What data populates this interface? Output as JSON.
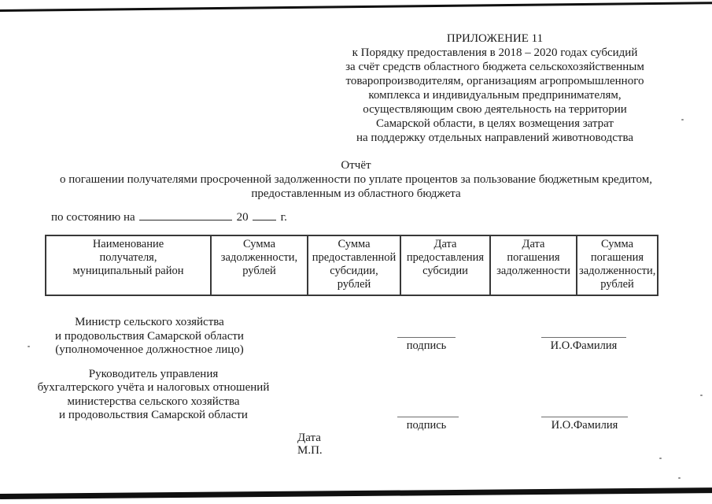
{
  "appendix": {
    "lines": [
      "ПРИЛОЖЕНИЕ 11",
      "к Порядку предоставления в 2018 – 2020 годах субсидий",
      "за счёт средств областного бюджета сельскохозяйственным",
      "товаропроизводителям, организациям агропромышленного",
      "комплекса и индивидуальным предпринимателям,",
      "осуществляющим свою деятельность на территории",
      "Самарской области, в целях возмещения затрат",
      "на поддержку отдельных направлений животноводства"
    ]
  },
  "title": {
    "heading": "Отчёт",
    "line2": "о погашении получателями просроченной задолженности по уплате процентов за пользование бюджетным кредитом,",
    "line3": "предоставленным из областного бюджета"
  },
  "date_line": {
    "prefix": "по состоянию на",
    "year_prefix": "20",
    "suffix": "г."
  },
  "table": {
    "columns": [
      "Наименование\nполучателя,\nмуниципальный район",
      "Сумма\nзадолженности,\nрублей",
      "Сумма\nпредоставленной\nсубсидии,\nрублей",
      "Дата\nпредоставления\nсубсидии",
      "Дата\nпогашения\nзадолженности",
      "Сумма\nпогашения\nзадолженности,\nрублей"
    ]
  },
  "signatures": {
    "signer1": {
      "lines": [
        "Министр сельского хозяйства",
        "и продовольствия Самарской области",
        "(уполномоченное должностное лицо)"
      ],
      "signature_label": "подпись",
      "name_label": "И.О.Фамилия"
    },
    "signer2": {
      "lines": [
        "Руководитель управления",
        "бухгалтерского учёта и налоговых отношений",
        "министерства сельского хозяйства",
        "и продовольствия Самарской области"
      ],
      "signature_label": "подпись",
      "name_label": "И.О.Фамилия"
    }
  },
  "footer": {
    "date_label": "Дата",
    "stamp_label": "М.П."
  }
}
